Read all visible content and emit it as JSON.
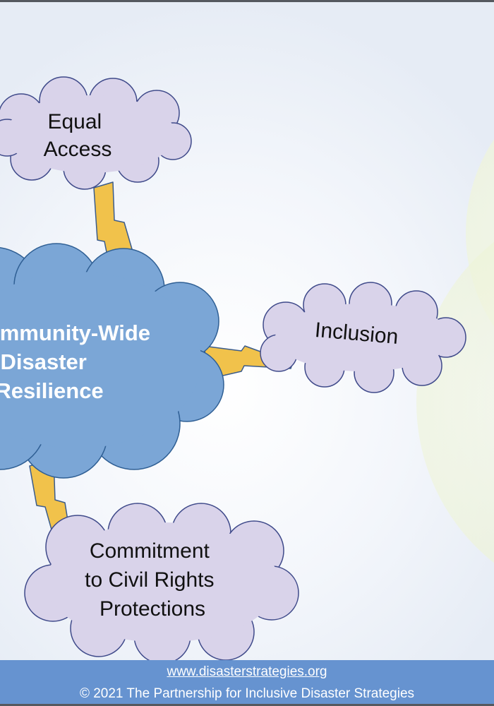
{
  "diagram": {
    "center_node": {
      "label_lines": [
        "Community-Wide",
        "Disaster",
        "Resilience"
      ]
    },
    "nodes": [
      {
        "id": "equal-access",
        "label_lines": [
          "Equal",
          "Access"
        ]
      },
      {
        "id": "inclusion",
        "label_lines": [
          "Inclusion"
        ]
      },
      {
        "id": "civil-rights",
        "label_lines": [
          "Commitment",
          "to Civil Rights",
          "Protections"
        ]
      }
    ],
    "colors": {
      "center_cloud": "#7ba6d6",
      "center_stroke": "#2f5f94",
      "outer_cloud": "#d9d3ea",
      "outer_stroke": "#3f4a8a",
      "lightning": "#f1c24b",
      "lightning_stroke": "#3b5c8c",
      "accent_circle": "#eef4d8"
    }
  },
  "footer": {
    "website": "www.disasterstrategies.org",
    "copyright": "© 2021 The Partnership for Inclusive Disaster Strategies",
    "background": "#6693d0"
  }
}
